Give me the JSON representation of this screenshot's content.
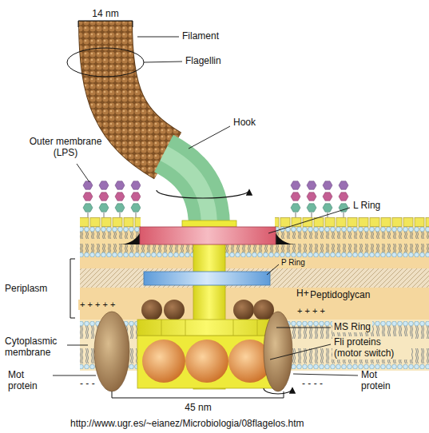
{
  "diagram": {
    "labels": [
      "14 nm",
      "Filament",
      "Flagellin",
      "Hook",
      "Outer membrane (LPS)",
      "L Ring",
      "P Ring",
      "Peptidoglycan",
      "Periplasm",
      "H+",
      "MS Ring",
      "Fli proteins (motor switch)",
      "Cytoplasmic membrane",
      "Mot protein",
      "Mot protein",
      "45 nm",
      "http://www.ugr.es/~eianez/Microbiologia/08flagelos.htm",
      "+ + + + +",
      "+ + + +",
      "- - -",
      "- - - -"
    ]
  }
}
